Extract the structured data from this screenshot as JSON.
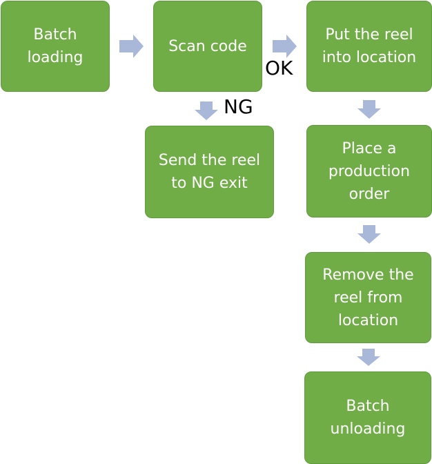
{
  "colors": {
    "box_fill": "#70ad47",
    "box_border": "#5f9a3c",
    "box_text": "#ffffff",
    "arrow": "#a9b7d9",
    "label_text": "#000000"
  },
  "nodes": {
    "batch_loading": "Batch loading",
    "scan_code": "Scan code",
    "put_reel": "Put the reel into location",
    "send_ng": "Send the reel to NG exit",
    "place_order": "Place a production order",
    "remove_reel": "Remove the reel from location",
    "batch_unloading": "Batch unloading"
  },
  "labels": {
    "ok": "OK",
    "ng": "NG"
  }
}
